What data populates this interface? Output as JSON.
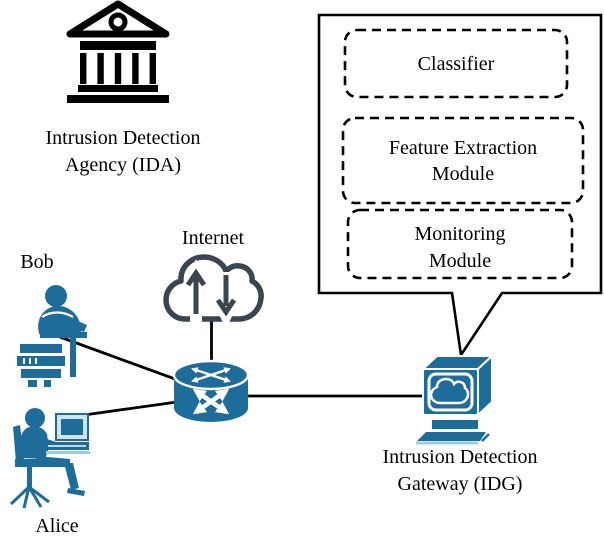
{
  "nodes": {
    "ida": {
      "icon": "bank-icon",
      "label": [
        "Intrusion Detection",
        "Agency (IDA)"
      ]
    },
    "internet": {
      "icon": "cloud-up-down-icon",
      "label": [
        "Internet"
      ]
    },
    "bob": {
      "icon": "person-at-desk-icon",
      "label": [
        "Bob"
      ]
    },
    "alice": {
      "icon": "person-at-computer-icon",
      "label": [
        "Alice"
      ]
    },
    "router": {
      "icon": "router-icon",
      "label": []
    },
    "idg": {
      "icon": "gateway-computer-icon",
      "label": [
        "Intrusion Detection",
        "Gateway (IDG)"
      ]
    }
  },
  "gateway_modules": [
    {
      "label": [
        "Classifier"
      ]
    },
    {
      "label": [
        "Feature Extraction",
        "Module"
      ]
    },
    {
      "label": [
        "Monitoring",
        "Module"
      ]
    }
  ],
  "connections": [
    {
      "from": "bob",
      "to": "router"
    },
    {
      "from": "alice",
      "to": "router"
    },
    {
      "from": "internet",
      "to": "router"
    },
    {
      "from": "router",
      "to": "idg"
    },
    {
      "from": "gateway_modules_panel",
      "to": "idg"
    }
  ],
  "colors": {
    "primary_blue": "#1e6c99",
    "light_blue": "#9ecbe2",
    "pale_blue": "#cfe4f0",
    "cloud_outline": "#3a4550",
    "line_black": "#000000"
  }
}
